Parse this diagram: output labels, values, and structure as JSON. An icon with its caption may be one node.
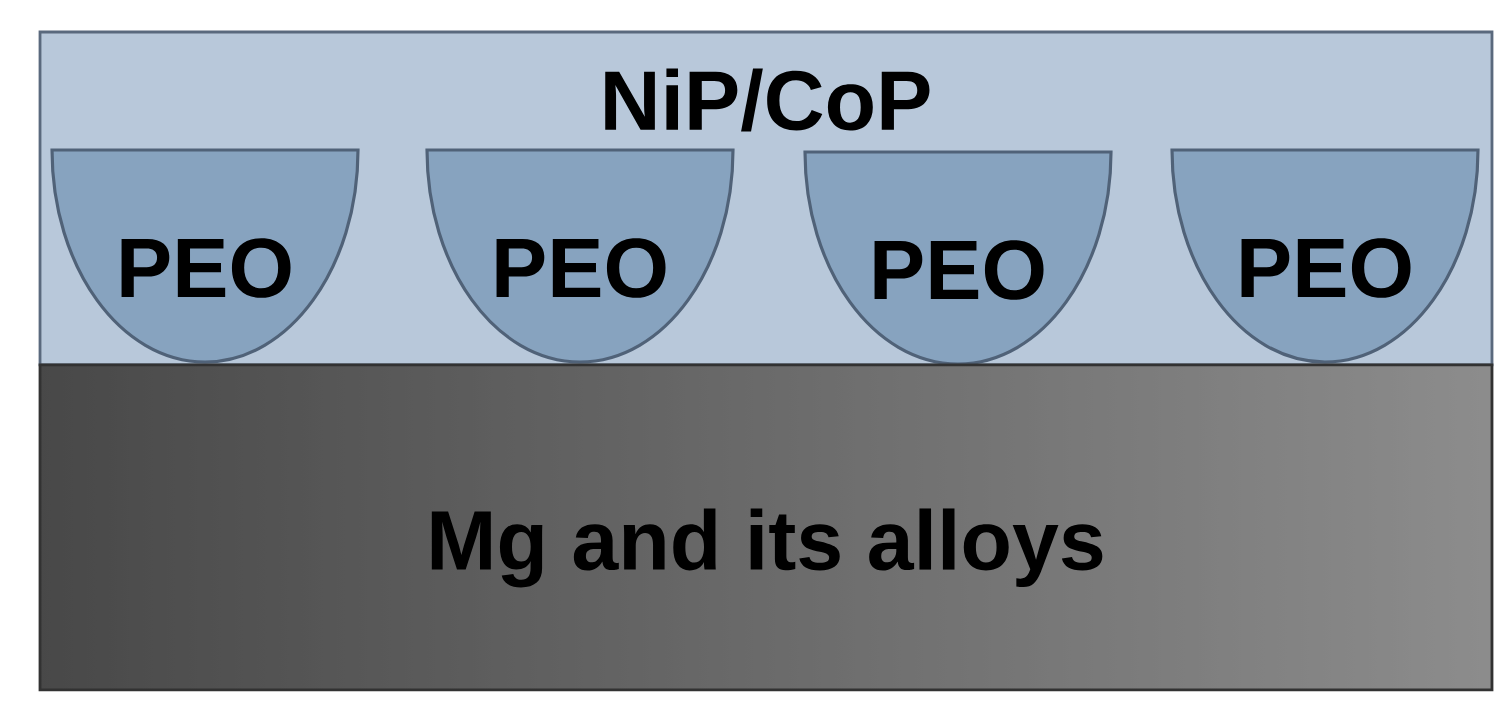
{
  "diagram": {
    "nodes": [
      {
        "text": [
          "NiP/CoP"
        ]
      },
      {
        "text": [
          "PEO"
        ],
        "in": 0
      },
      {
        "text": [
          "PEO"
        ],
        "in": 0
      },
      {
        "text": [
          "PEO"
        ],
        "in": 0
      },
      {
        "text": [
          "PEO"
        ],
        "in": 0
      },
      {
        "text": [
          "Mg and its alloys"
        ]
      }
    ]
  }
}
